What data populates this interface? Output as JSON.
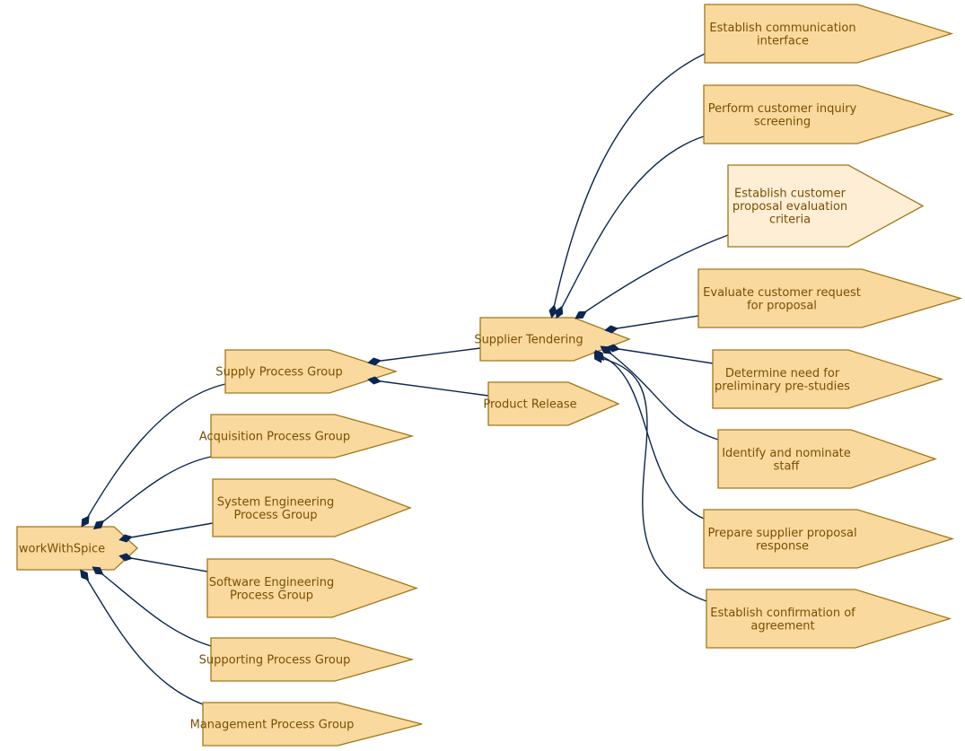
{
  "colors": {
    "node_fill": "#fad99e",
    "node_fill_highlight": "#feeed6",
    "node_stroke": "#a07818",
    "node_text": "#7a4f00",
    "edge": "#0b2650"
  },
  "nodes": [
    {
      "id": "workWithSpice",
      "lines": [
        "workWithSpice"
      ]
    },
    {
      "id": "supply",
      "lines": [
        "Supply Process Group"
      ]
    },
    {
      "id": "acquisition",
      "lines": [
        "Acquisition Process Group"
      ]
    },
    {
      "id": "syseng",
      "lines": [
        "System Engineering",
        "Process Group"
      ]
    },
    {
      "id": "sweng",
      "lines": [
        "Software Engineering",
        "Process Group"
      ]
    },
    {
      "id": "supporting",
      "lines": [
        "Supporting Process Group"
      ]
    },
    {
      "id": "management",
      "lines": [
        "Management Process Group"
      ]
    },
    {
      "id": "tendering",
      "lines": [
        "Supplier Tendering"
      ]
    },
    {
      "id": "release",
      "lines": [
        "Product Release"
      ]
    },
    {
      "id": "comm",
      "lines": [
        "Establish communication",
        "interface"
      ]
    },
    {
      "id": "inquiry",
      "lines": [
        "Perform customer inquiry",
        "screening"
      ]
    },
    {
      "id": "criteria",
      "lines": [
        "Establish customer",
        "proposal evaluation",
        "criteria"
      ],
      "highlight": true
    },
    {
      "id": "evaluate",
      "lines": [
        "Evaluate customer request",
        "for proposal"
      ]
    },
    {
      "id": "prestudies",
      "lines": [
        "Determine need for",
        "preliminary pre-studies"
      ]
    },
    {
      "id": "staff",
      "lines": [
        "Identify and nominate",
        "staff"
      ]
    },
    {
      "id": "response",
      "lines": [
        "Prepare supplier proposal",
        "response"
      ]
    },
    {
      "id": "agreement",
      "lines": [
        "Establish confirmation of",
        "agreement"
      ]
    }
  ],
  "edges": [
    {
      "from": "workWithSpice",
      "to": "supply"
    },
    {
      "from": "workWithSpice",
      "to": "acquisition"
    },
    {
      "from": "workWithSpice",
      "to": "syseng"
    },
    {
      "from": "workWithSpice",
      "to": "sweng"
    },
    {
      "from": "workWithSpice",
      "to": "supporting"
    },
    {
      "from": "workWithSpice",
      "to": "management"
    },
    {
      "from": "supply",
      "to": "tendering"
    },
    {
      "from": "supply",
      "to": "release"
    },
    {
      "from": "tendering",
      "to": "comm"
    },
    {
      "from": "tendering",
      "to": "inquiry"
    },
    {
      "from": "tendering",
      "to": "criteria"
    },
    {
      "from": "tendering",
      "to": "evaluate"
    },
    {
      "from": "tendering",
      "to": "prestudies"
    },
    {
      "from": "tendering",
      "to": "staff"
    },
    {
      "from": "tendering",
      "to": "response"
    },
    {
      "from": "tendering",
      "to": "agreement"
    }
  ]
}
